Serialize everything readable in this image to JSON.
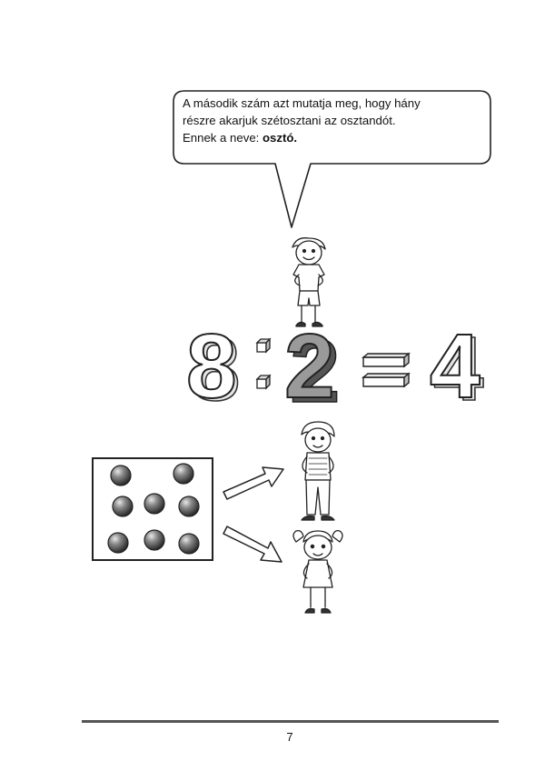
{
  "speech_bubble": {
    "line1": "A második szám azt mutatja meg, hogy hány",
    "line2": "részre akarjuk szétosztani az osztandót.",
    "line3_prefix": "Ennek a neve: ",
    "line3_term": "osztó."
  },
  "equation": {
    "dividend": "8",
    "divisor": "2",
    "equals": "=",
    "quotient": "4",
    "highlighted_term": "divisor"
  },
  "dots_box": {
    "dot_count": 8
  },
  "illustrations": {
    "top_character": "boy-standing-on-digit",
    "recipient_1": "boy",
    "recipient_2": "girl"
  },
  "footer": {
    "page_number": "7"
  }
}
